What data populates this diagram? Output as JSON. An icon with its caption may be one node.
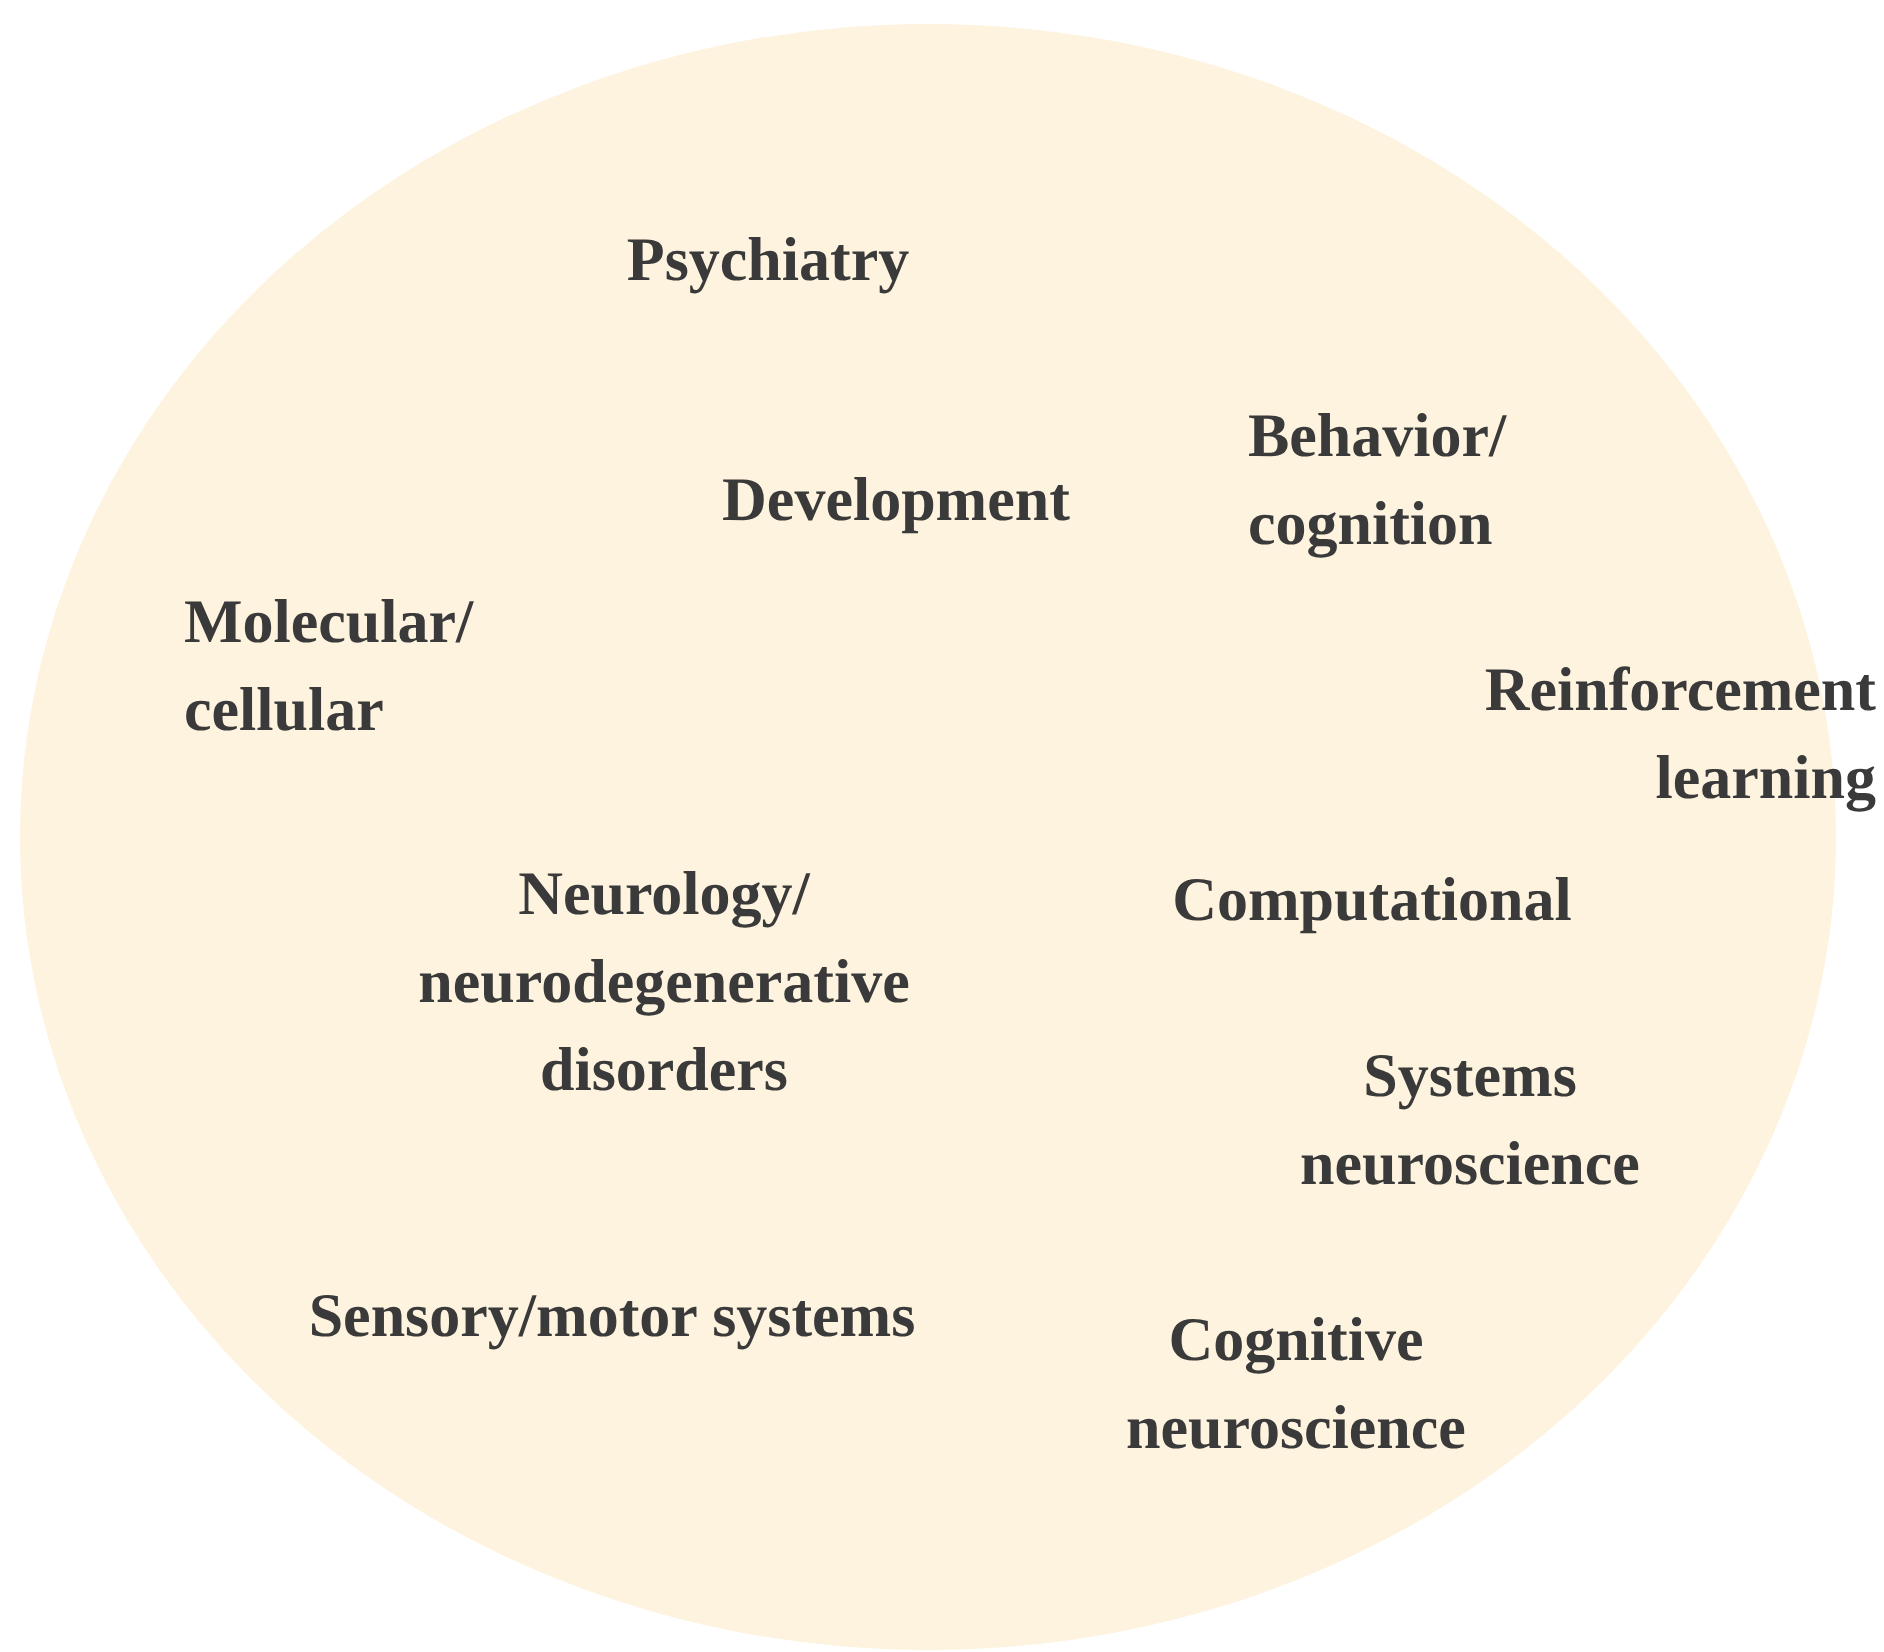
{
  "diagram": {
    "nodes": [
      {
        "text": [
          "Psychiatry",
          "Development",
          "Behavior/ cognition",
          "Molecular/ cellular",
          "Reinforcement learning",
          "Neurology/ neurodegenerative disorders",
          "Computational",
          "Systems neuroscience",
          "Sensory/motor systems",
          "Cognitive neuroscience"
        ]
      }
    ]
  }
}
